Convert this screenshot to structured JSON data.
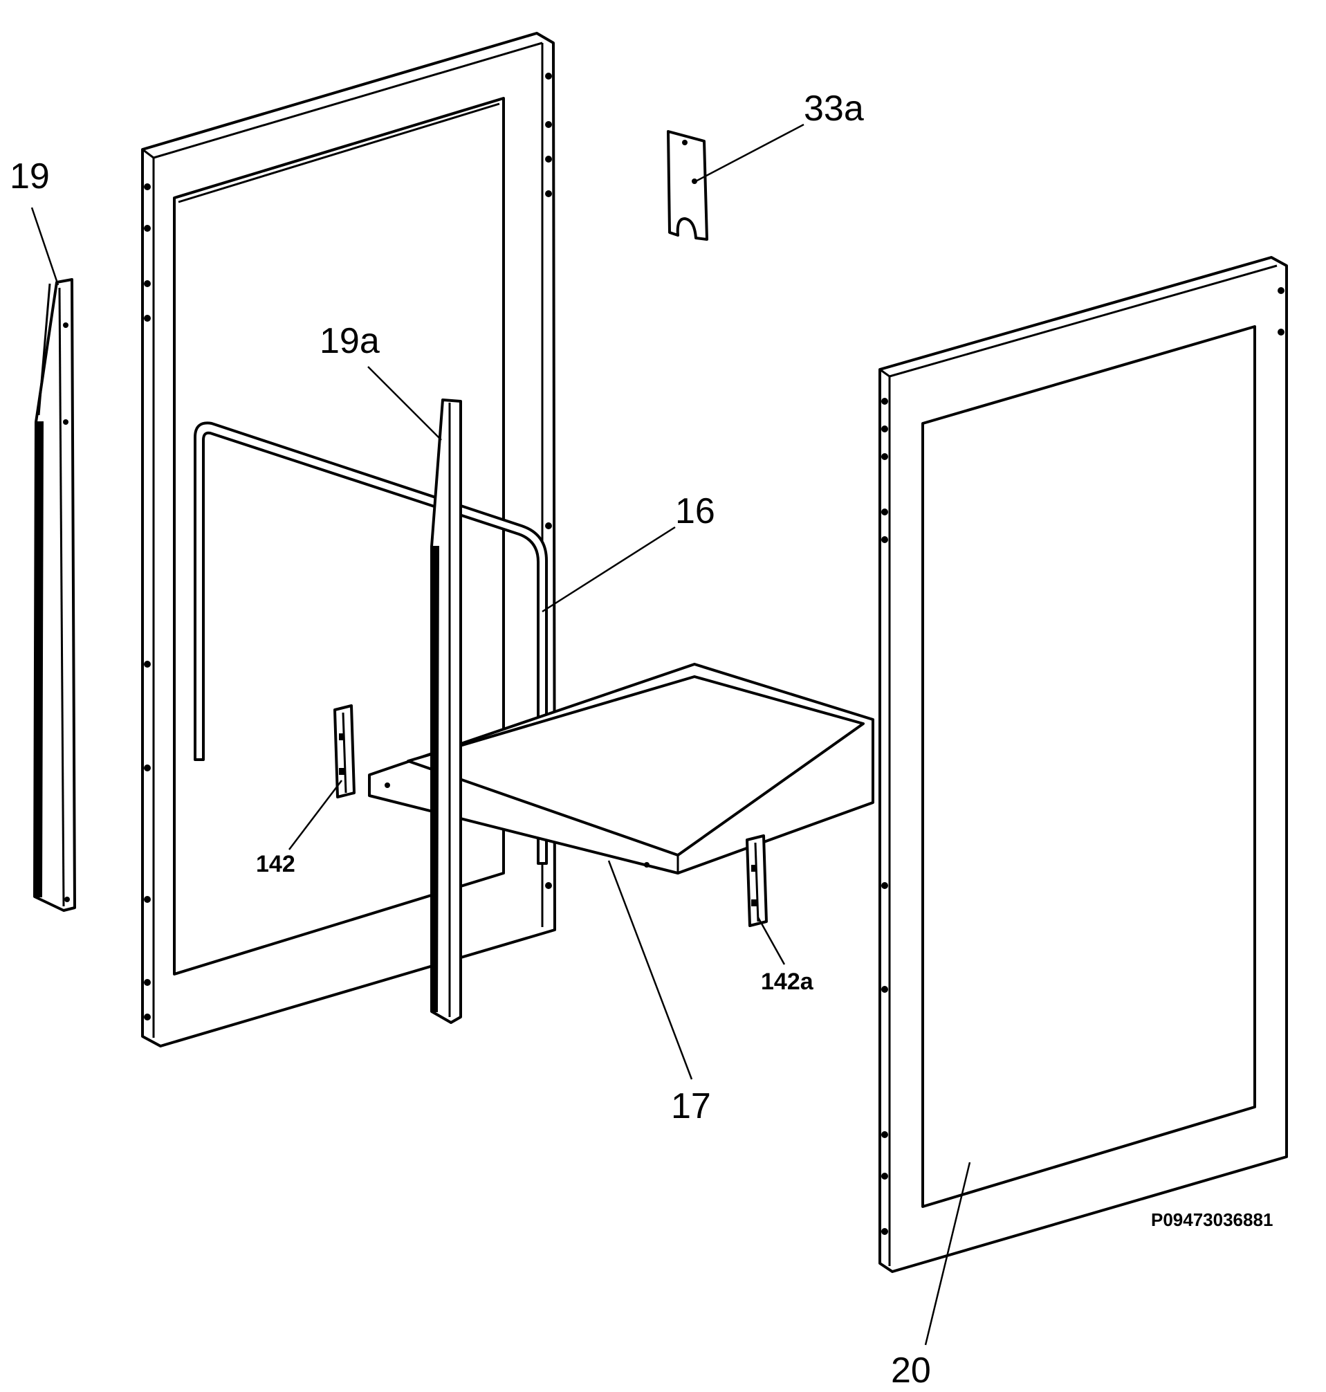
{
  "diagram": {
    "parts": [
      {
        "id": "p19",
        "label": "19"
      },
      {
        "id": "p19a",
        "label": "19a"
      },
      {
        "id": "p33a",
        "label": "33a"
      },
      {
        "id": "p16",
        "label": "16"
      },
      {
        "id": "p17",
        "label": "17"
      },
      {
        "id": "p142",
        "label": "142"
      },
      {
        "id": "p142a",
        "label": "142a"
      },
      {
        "id": "p20",
        "label": "20"
      }
    ],
    "drawing_code": "P09473036881"
  }
}
